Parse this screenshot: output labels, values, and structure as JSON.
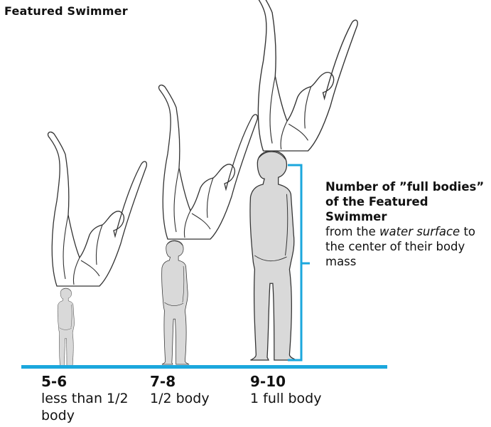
{
  "title": "Featured Swimmer",
  "colors": {
    "accent": "#1ba7dd",
    "body_fill": "#d9d9d9",
    "outline": "#333333",
    "text": "#111111"
  },
  "legend": {
    "bold_text": "Number of ”full bodies” of the Featured Swimmer",
    "line_a": "from the ",
    "italic_a": "water surface",
    "line_b": " to the center of their body mass"
  },
  "scores": [
    {
      "range": "5-6",
      "description": "less than 1/2 body"
    },
    {
      "range": "7-8",
      "description": "1/2 body"
    },
    {
      "range": "9-10",
      "description": "1 full body"
    }
  ]
}
